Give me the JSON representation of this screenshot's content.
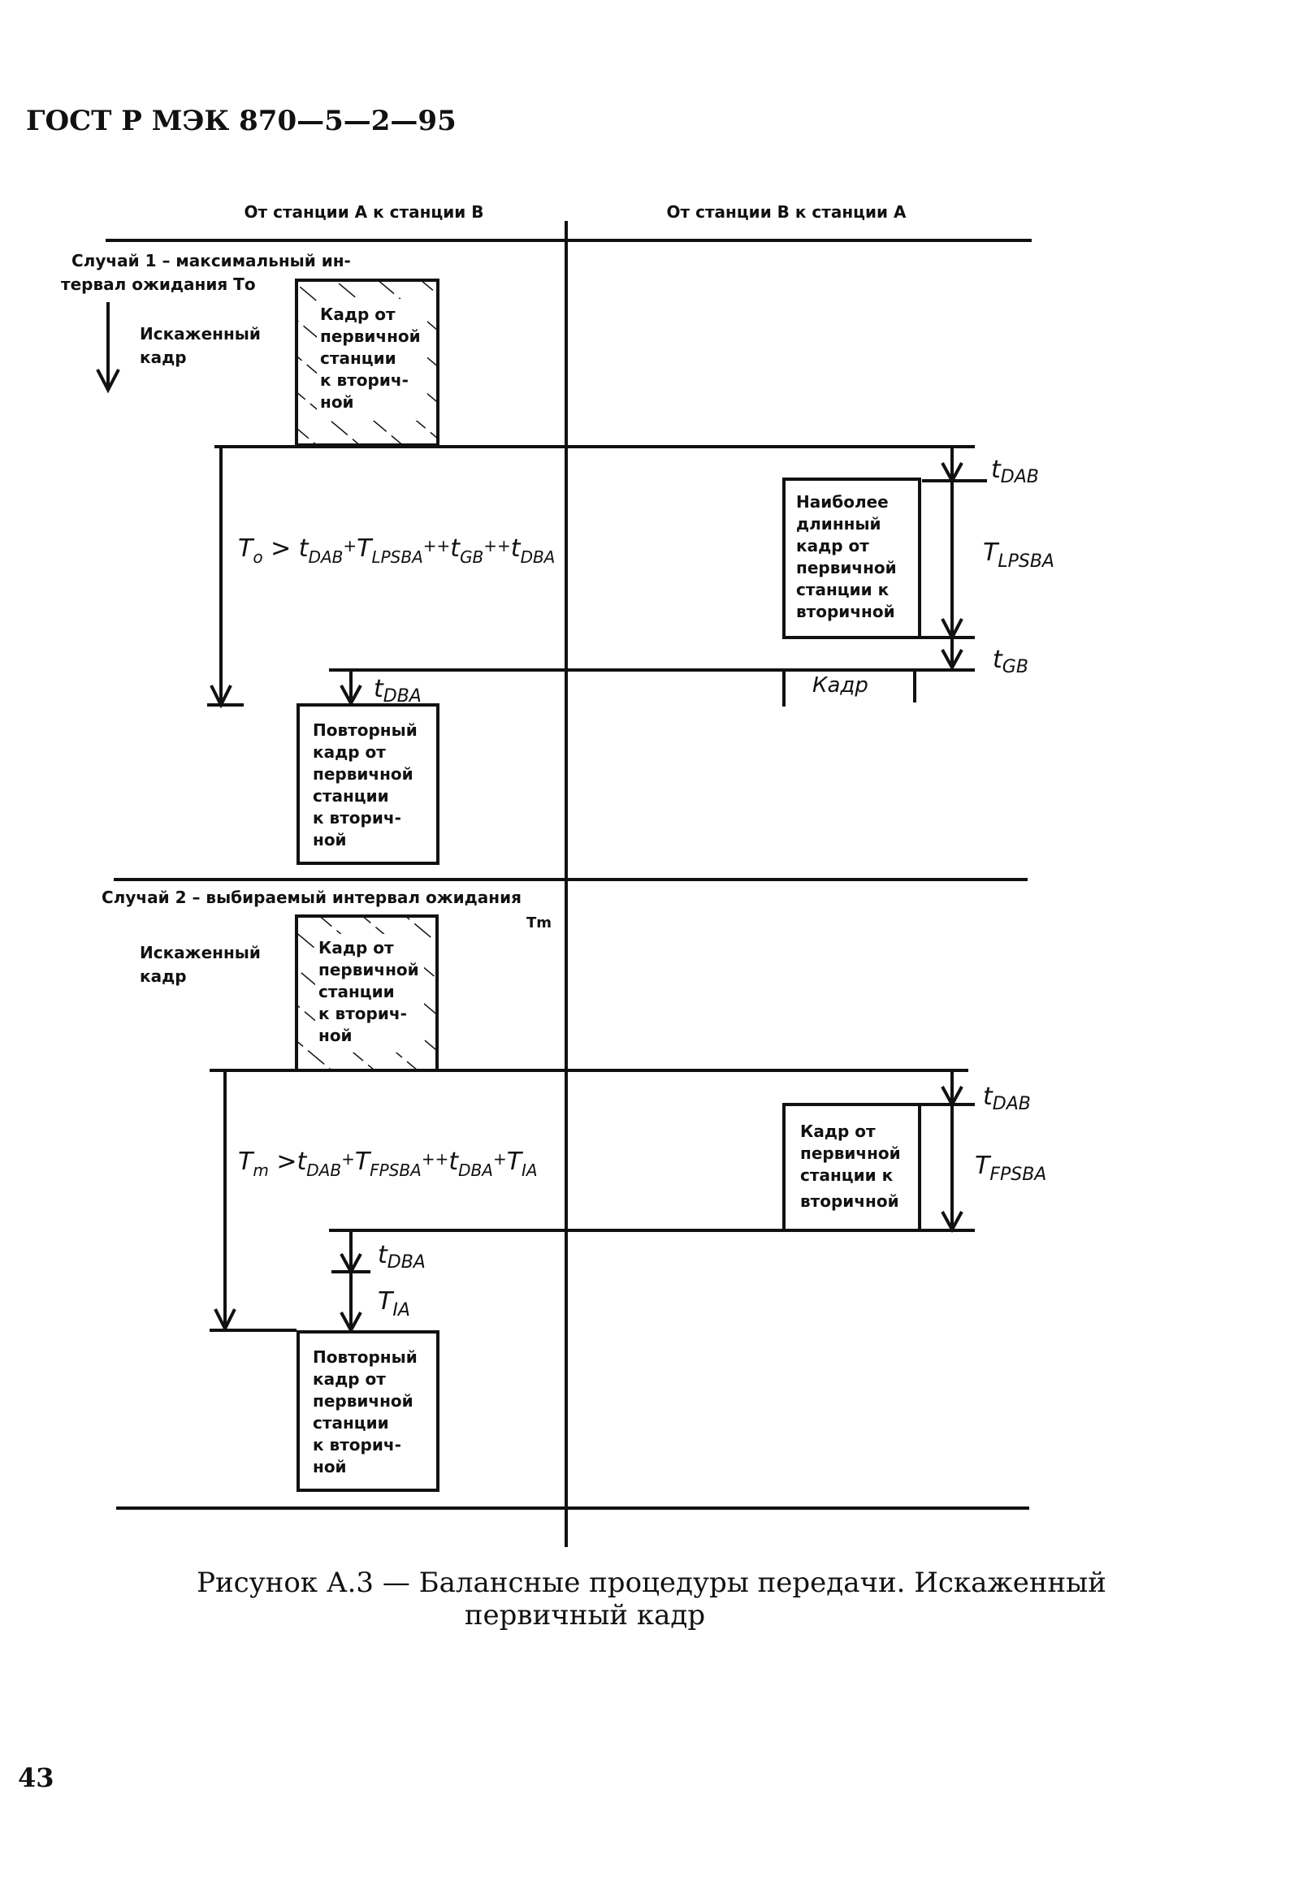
{
  "header": {
    "doc_id": "ГОСТ Р МЭК 870—5—2—95"
  },
  "columns": {
    "left": "От станции А к станции В",
    "right": "От станции В к станции А"
  },
  "case1": {
    "title_line1": "Случай 1 – максимальный ин-",
    "title_line2": "тервал ожидания То",
    "distorted_line1": "Искаженный",
    "distorted_line2": "кадр",
    "frame_lines": [
      "Кадр от",
      "первичной",
      "станции",
      "к вторич-",
      "ной"
    ],
    "longest_frame_lines": [
      "Наиболее",
      "длинный",
      "кадр от",
      "первичной",
      "станции к",
      "вторичной"
    ],
    "repeat_frame_lines": [
      "Повторный",
      "кадр от",
      "первичной",
      "станции",
      "к вторич-",
      "ной"
    ],
    "formula": "To > tDAB+TLPSBA++tGB++tDBA",
    "label_tdab": "tDAB",
    "label_tlpsba": "TLPSBA",
    "label_tgb": "tGB",
    "label_tdba": "tDBA",
    "label_kadr": "Кадр"
  },
  "case2": {
    "title_line1": "Случай 2 – выбираемый интервал ожидания",
    "title_line2": "Tm",
    "distorted_line1": "Искаженный",
    "distorted_line2": "кадр",
    "frame_lines": [
      "Кадр от",
      "первичной",
      "станции",
      "к вторич-",
      "ной"
    ],
    "reply_frame_lines": [
      "Кадр от",
      "первичной",
      "станции к",
      "вторичной"
    ],
    "repeat_frame_lines": [
      "Повторный",
      "кадр от",
      "первичной",
      "станции",
      "к вторич-",
      "ной"
    ],
    "formula": "Tm > tDAB+TFPSBA++tDBA+TIA",
    "label_tdab": "tDAB",
    "label_tfpsba": "TFPSBA",
    "label_tdba": "tDBA",
    "label_tia": "TIA"
  },
  "caption": {
    "line1": "Рисунок А.3 — Балансные процедуры передачи.  Искаженный",
    "line2": "первичный кадр"
  },
  "page_number": "43"
}
